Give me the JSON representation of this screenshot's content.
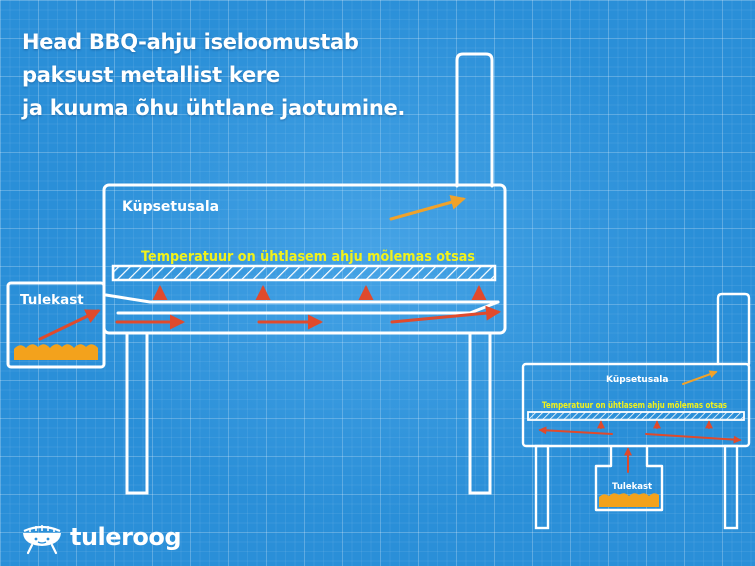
{
  "headline": {
    "line1": "Head BBQ-ahju iseloomustab",
    "line2": "paksust metallist kere",
    "line3": "ja kuuma õhu ühtlane jaotumine."
  },
  "main_diagram": {
    "cooking_area_label": "Küpsetusala",
    "firebox_label": "Tulekast",
    "temperature_note": "Temperatuur on ühtlasem ahju mõlemas otsas"
  },
  "small_diagram": {
    "cooking_area_label": "Küpsetusala",
    "firebox_label": "Tulekast",
    "temperature_note": "Temperatuur on ühtlasem ahju mõlemas otsas"
  },
  "brand": {
    "name": "tuleroog",
    "logo_icon": "grill-icon"
  },
  "colors": {
    "background": "#2a8fd8",
    "outline": "#ffffff",
    "note_text": "#f2f21a",
    "arrow_hot": "#e04a2c",
    "arrow_warm": "#f0a22a",
    "fire": "#f3a21c"
  }
}
